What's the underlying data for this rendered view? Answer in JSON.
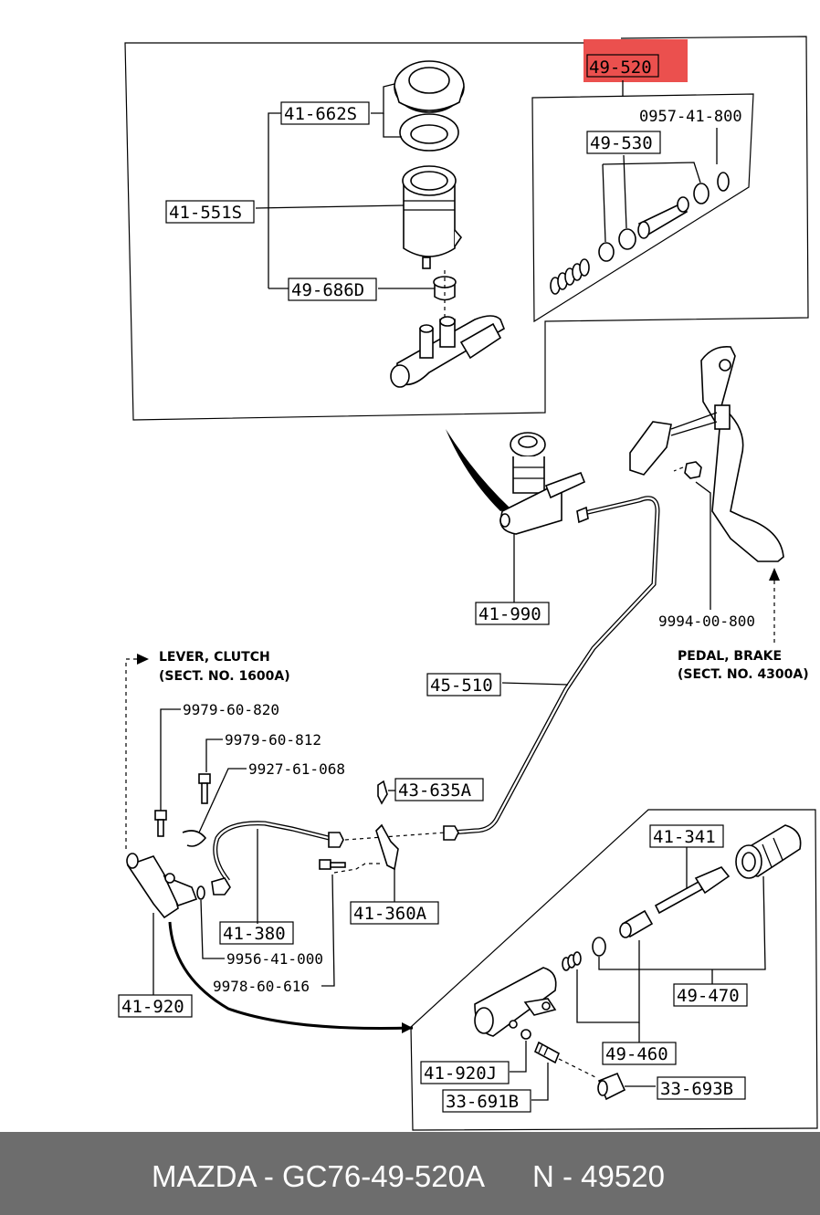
{
  "accent_color": "#e8312f",
  "labels": {
    "l_49_520": "49-520",
    "l_0957_41_800": "0957-41-800",
    "l_49_530": "49-530",
    "l_41_662s": "41-662S",
    "l_41_551s": "41-551S",
    "l_49_686d": "49-686D",
    "l_41_990": "41-990",
    "l_9994_00_800": "9994-00-800",
    "l_lever1": "LEVER, CLUTCH",
    "l_lever2": "(SECT. NO. 1600A)",
    "l_pedal1": "PEDAL, BRAKE",
    "l_pedal2": "(SECT. NO. 4300A)",
    "l_45_510": "45-510",
    "l_9979_60_820": "9979-60-820",
    "l_9979_60_812": "9979-60-812",
    "l_9927_61_068": "9927-61-068",
    "l_43_635a": "43-635A",
    "l_41_341": "41-341",
    "l_41_380": "41-380",
    "l_41_360a": "41-360A",
    "l_9956_41_000": "9956-41-000",
    "l_9978_60_616": "9978-60-616",
    "l_41_920": "41-920",
    "l_49_470": "49-470",
    "l_49_460": "49-460",
    "l_41_920j": "41-920J",
    "l_33_693b": "33-693B",
    "l_33_691b": "33-691B"
  },
  "footer": {
    "brand_part": "MAZDA - GC76-49-520A",
    "n_number": "N - 49520"
  }
}
